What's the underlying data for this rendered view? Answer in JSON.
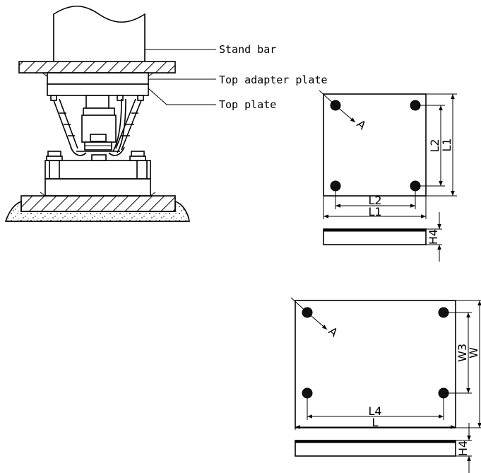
{
  "assembly": {
    "callouts": [
      {
        "id": "stand-bar",
        "text": "Stand bar"
      },
      {
        "id": "top-adapter-plate",
        "text": "Top adapter plate"
      },
      {
        "id": "top-plate",
        "text": "Top plate"
      }
    ]
  },
  "view1": {
    "section_mark": "A",
    "dims": {
      "l2_vertical": "L2",
      "l1_vertical": "L1",
      "l2_horizontal": "L2",
      "l1_horizontal": "L1",
      "h4": "H4"
    }
  },
  "view2": {
    "section_mark": "A",
    "dims": {
      "w3": "W3",
      "w": "W",
      "l4": "L4",
      "l": "L",
      "h4": "H4"
    }
  }
}
